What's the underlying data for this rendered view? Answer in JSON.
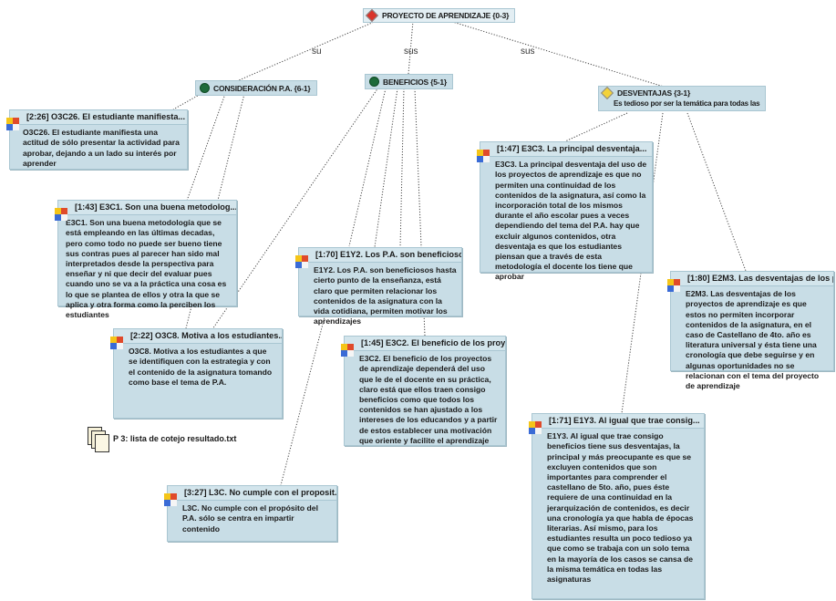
{
  "root": {
    "label": "PROYECTO DE APRENDIZAJE {0-3}"
  },
  "link_labels": {
    "su": "su",
    "sus1": "sus",
    "sus2": "sus"
  },
  "categories": {
    "consideracion": {
      "label": "CONSIDERACIÓN P.A. {6-1}"
    },
    "beneficios": {
      "label": "BENEFICIOS {5-1}"
    },
    "desventajas": {
      "label": "DESVENTAJAS {3-1}",
      "comment": "Es tedioso por ser la temática para todas las"
    }
  },
  "document": {
    "label": "P 3: lista de cotejo resultado.txt"
  },
  "quotes": [
    {
      "id": "q1",
      "header": "[2:26] O3C26. El estudiante manifiesta...",
      "body": "O3C26. El estudiante manifiesta una actitud de sólo presentar la actividad para aprobar, dejando a un lado su interés por aprender"
    },
    {
      "id": "q2",
      "header": "[1:43] E3C1. Son una buena metodolog...",
      "body": "E3C1. Son una buena metodología que se está empleando en las últimas decadas, pero como todo no puede ser bueno tiene sus contras pues al parecer han sido mal interpretados desde la perspectiva para enseñar y ni que decir del evaluar pues cuando uno se va a la práctica una cosa es lo que se plantea de ellos y otra la que se aplica y otra forma como la perciben los estudiantes"
    },
    {
      "id": "q3",
      "header": "[2:22] O3C8. Motiva a los estudiantes...",
      "body": "O3C8. Motiva a los estudiantes a que se identifiquen con la estrategia y con el contenido de la asignatura tomando como base el tema de P.A."
    },
    {
      "id": "q4",
      "header": "[1:70] E1Y2. Los P.A. son beneficioso...",
      "body": "E1Y2. Los P.A. son beneficiosos hasta cierto punto de la enseñanza, está claro que permiten relacionar los contenidos de la asignatura con la vida cotidiana, permiten motivar los aprendizajes"
    },
    {
      "id": "q5",
      "header": "[1:45] E3C2. El beneficio de los proy...",
      "body": "E3C2. El beneficio de los proyectos de aprendizaje dependerá del uso que le de el docente en su práctica, claro está que ellos traen consigo beneficios como que todos los contenidos se han ajustado a los intereses de los educandos y a partir de estos establecer una motivación que oriente y facilite el aprendizaje"
    },
    {
      "id": "q6",
      "header": "[3:27] L3C. No cumple con el proposit...",
      "body": "L3C. No cumple con el propósito del P.A. sólo se centra en impartir contenido"
    },
    {
      "id": "q7",
      "header": "[1:47] E3C3. La principal desventaja...",
      "body": "E3C3. La principal desventaja del uso de los proyectos de aprendizaje es que no permiten una continuidad de los contenidos de la asignatura, así como la incorporación total de los mismos durante el año escolar pues a veces dependiendo del tema del P.A. hay que excluir algunos contenidos, otra desventaja es que los estudiantes piensan que a través de esta metodología el docente los tiene que aprobar"
    },
    {
      "id": "q8",
      "header": "[1:80] E2M3. Las desventajas de los p...",
      "body": "E2M3. Las desventajas de los proyectos de aprendizaje es que estos no permiten incorporar contenidos de la asignatura, en el caso de Castellano de 4to. año es literatura universal y ésta tiene una cronología que debe seguirse y en algunas oportunidades no se relacionan con el tema del proyecto de aprendizaje"
    },
    {
      "id": "q9",
      "header": "[1:71] E1Y3. Al igual que trae consig...",
      "body": "E1Y3. Al igual que trae consigo beneficios tiene sus desventajas, la principal y más preocupante es que se excluyen contenidos que son importantes para comprender el castellano de 5to. año, pues éste requiere de una continuidad en la jerarquización de contenidos, es decir una cronología ya que habla de épocas literarias. Así mismo, para los estudiantes resulta un poco tedioso ya que como se trabaja con un solo tema en la mayoría de los casos se cansa de la misma temática en todas las asignaturas"
    }
  ],
  "colors": {
    "node_fill": "#c8dde6",
    "category_dot": "#1e6b3a",
    "root_diamond": "#d9342b",
    "desventajas_diamond": "#f3d23a"
  }
}
